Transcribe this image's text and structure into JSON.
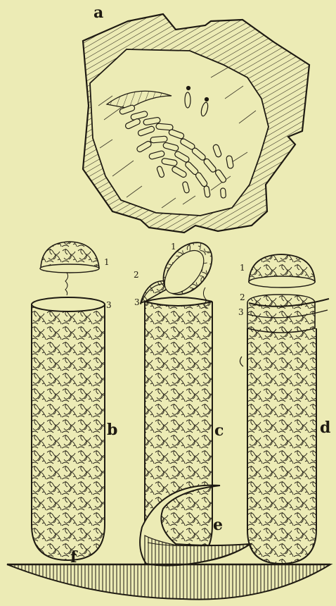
{
  "labels": {
    "a": "a",
    "b": "b",
    "c": "c",
    "d": "d",
    "e": "e",
    "f": "f"
  },
  "numbers": {
    "b_lid": "1",
    "b_rim": "3",
    "c_lid": "1",
    "c_mid": "2",
    "c_rim": "3",
    "d_lid": "1",
    "d_mid": "2",
    "d_rim": "3"
  },
  "colors": {
    "paper": "#ecebb5",
    "ink": "#1e1a12"
  }
}
